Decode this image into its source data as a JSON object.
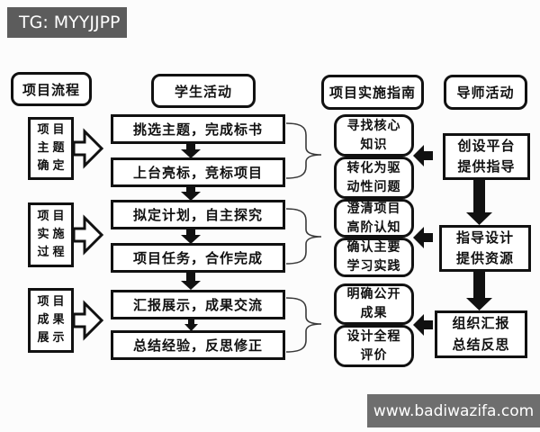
{
  "watermark_top": {
    "label": "TG: MYYJJPP"
  },
  "watermark_bottom": {
    "label": "www.badiwazifa.com"
  },
  "colors": {
    "watermark_top_bg": "#5c5c5c",
    "watermark_bottom_bg": "#6e6e6e",
    "line": "#111111",
    "background": "#fcfcfc"
  },
  "columns": {
    "process": {
      "header": "项目流程",
      "stages": [
        {
          "label": "项目\n主题\n确定"
        },
        {
          "label": "项目\n实施\n过程"
        },
        {
          "label": "项目\n成果\n展示"
        }
      ]
    },
    "student": {
      "header": "学生活动",
      "steps": [
        {
          "label": "挑选主题，完成标书"
        },
        {
          "label": "上台亮标，竞标项目"
        },
        {
          "label": "拟定计划，自主探究"
        },
        {
          "label": "项目任务，合作完成"
        },
        {
          "label": "汇报展示，成果交流"
        },
        {
          "label": "总结经验，反思修正"
        }
      ]
    },
    "guide": {
      "header": "项目实施指南",
      "items": [
        {
          "label": "寻找核心\n知识"
        },
        {
          "label": "转化为驱\n动性问题"
        },
        {
          "label": "澄清项目\n高阶认知"
        },
        {
          "label": "确认主要\n学习实践"
        },
        {
          "label": "明确公开\n成果"
        },
        {
          "label": "设计全程\n评价"
        }
      ]
    },
    "mentor": {
      "header": "导师活动",
      "actions": [
        {
          "label": "创设平台\n提供指导"
        },
        {
          "label": "指导设计\n提供资源"
        },
        {
          "label": "组织汇报\n总结反思"
        }
      ]
    }
  }
}
